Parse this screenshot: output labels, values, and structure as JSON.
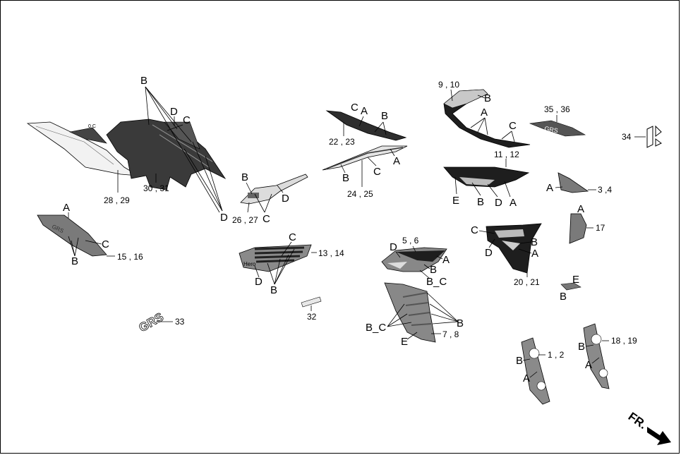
{
  "diagram": {
    "colors": {
      "dark": "#333333",
      "mid": "#7a7a7a",
      "light": "#d8d8d8",
      "line": "#000000"
    },
    "part_numbers": {
      "p1_2": "1 , 2",
      "p3_4": "3 ,4",
      "p5_6": "5 , 6",
      "p7_8": "7 , 8",
      "p9_10": "9 , 10",
      "p11_12": "11 , 12",
      "p13_14": "13 , 14",
      "p15_16": "15 , 16",
      "p17": "17",
      "p18_19": "18 , 19",
      "p20_21": "20 , 21",
      "p22_23": "22 , 23",
      "p24_25": "24 , 25",
      "p26_27": "26 , 27",
      "p28_29": "28 , 29",
      "p30_31": "30 , 31",
      "p32": "32",
      "p33": "33",
      "p34": "34",
      "p35_36": "35 , 36"
    },
    "letters": {
      "A": "A",
      "B": "B",
      "C": "C",
      "D": "D",
      "E": "E",
      "B_C": "B_C"
    },
    "direction": "FR.",
    "sticker_texts": {
      "grs": "GRS",
      "hero": "Hero"
    }
  }
}
